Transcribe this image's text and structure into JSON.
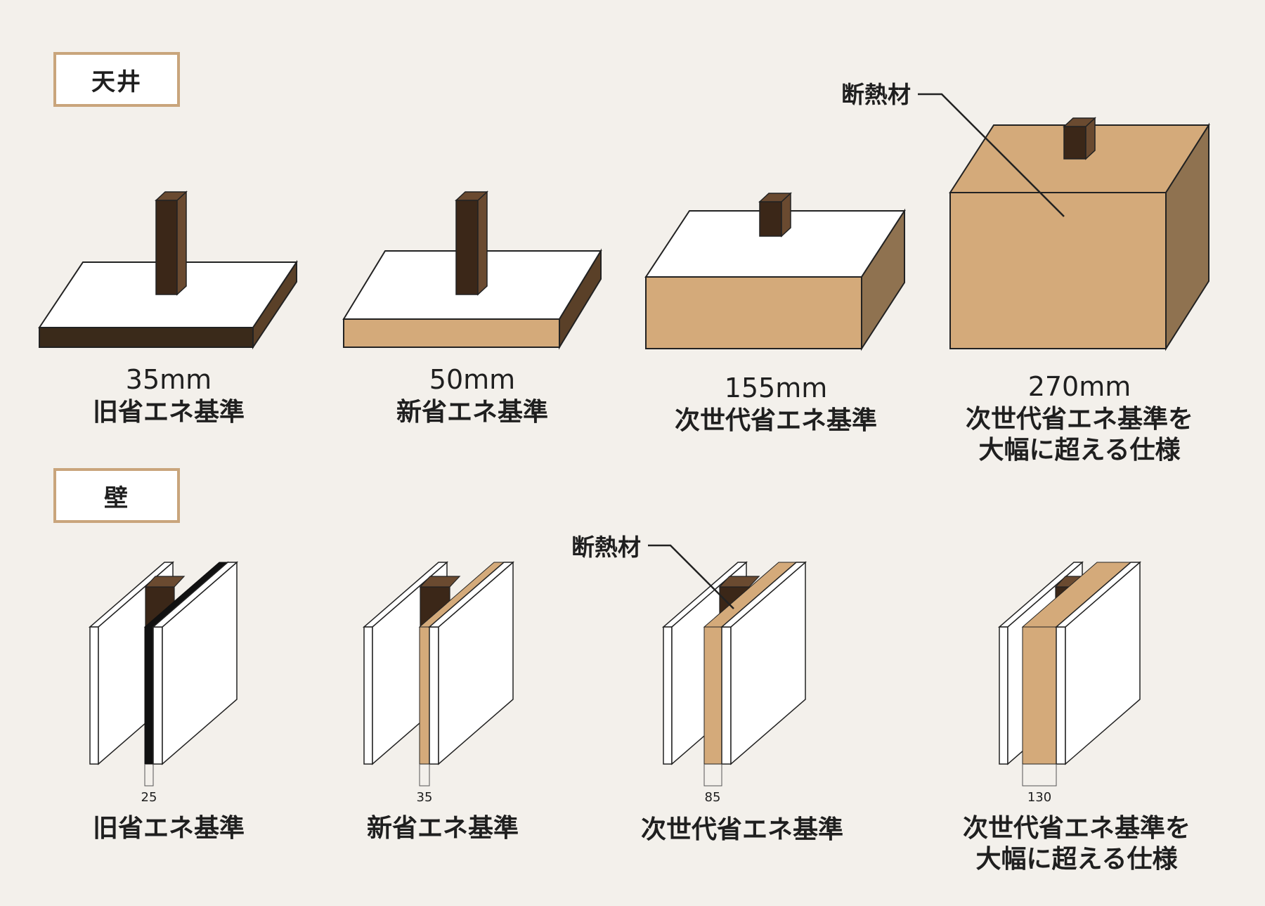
{
  "sections": {
    "ceiling": {
      "tag": "天井",
      "callout": "断熱材",
      "items": [
        {
          "value": "35mm",
          "label_lines": [
            "旧省エネ基準"
          ]
        },
        {
          "value": "50mm",
          "label_lines": [
            "新省エネ基準"
          ]
        },
        {
          "value": "155mm",
          "label_lines": [
            "次世代省エネ基準"
          ]
        },
        {
          "value": "270mm",
          "label_lines": [
            "次世代省エネ基準を",
            "大幅に超える仕様"
          ]
        }
      ]
    },
    "wall": {
      "tag": "壁",
      "callout": "断熱材",
      "items": [
        {
          "value": "25",
          "label_lines": [
            "旧省エネ基準"
          ]
        },
        {
          "value": "35",
          "label_lines": [
            "新省エネ基準"
          ]
        },
        {
          "value": "85",
          "label_lines": [
            "次世代省エネ基準"
          ]
        },
        {
          "value": "130",
          "label_lines": [
            "次世代省エネ基準を",
            "大幅に超える仕様"
          ]
        }
      ]
    }
  },
  "colors": {
    "background": "#f3f0eb",
    "insulation": "#d4aa7a",
    "insulation_side": "#8f7250",
    "insulation_thin": "#3a2a1a",
    "insulation_thin_side": "#5a4028",
    "beam": "#3b2718",
    "beam_side": "#6a4a30",
    "board": "#ffffff",
    "tag_border": "#c9a57c"
  }
}
